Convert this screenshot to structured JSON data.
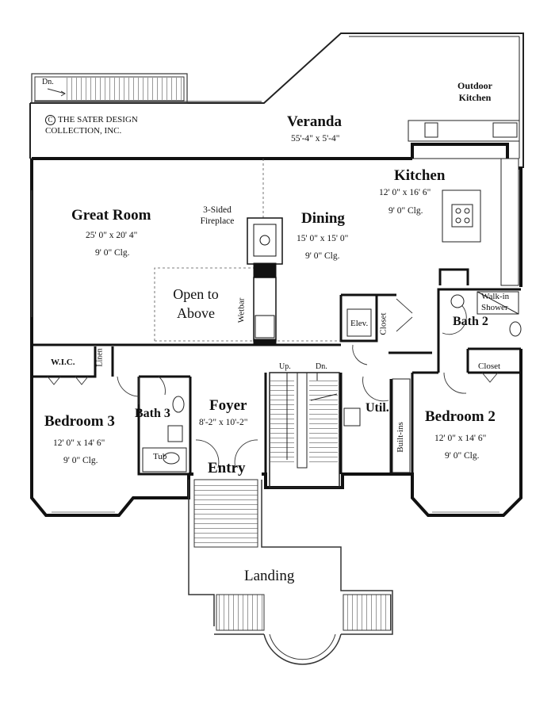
{
  "copyright": {
    "symbol": "C",
    "line1": "THE SATER DESIGN",
    "line2": "COLLECTION, INC."
  },
  "stair_labels": {
    "down_top": "Dn.",
    "up": "Up.",
    "down": "Dn."
  },
  "rooms": {
    "veranda": {
      "name": "Veranda",
      "dims": "55'-4\" x 5'-4\""
    },
    "outdoor_kitchen": {
      "line1": "Outdoor",
      "line2": "Kitchen"
    },
    "kitchen": {
      "name": "Kitchen",
      "dims": "12' 0\" x 16' 6\"",
      "clg": "9' 0\"  Clg."
    },
    "great_room": {
      "name": "Great Room",
      "dims": "25' 0\" x 20' 4\"",
      "clg": "9' 0\"  Clg."
    },
    "fireplace": {
      "line1": "3-Sided",
      "line2": "Fireplace"
    },
    "dining": {
      "name": "Dining",
      "dims": "15' 0\" x 15' 0\"",
      "clg": "9' 0\"  Clg."
    },
    "open_to_above": {
      "line1": "Open to",
      "line2": "Above"
    },
    "wetbar": "Wetbar",
    "elev": "Elev.",
    "closet_mid": "Closet",
    "walk_in_shower": {
      "line1": "Walk-in",
      "line2": "Shower"
    },
    "bath2": {
      "name": "Bath 2"
    },
    "wic": "W.I.C.",
    "linen": "Linen",
    "closet_br2": "Closet",
    "bedroom3": {
      "name": "Bedroom 3",
      "dims": "12' 0\" x 14' 6\"",
      "clg": "9' 0\"  Clg."
    },
    "bath3": {
      "name": "Bath 3"
    },
    "tub": "Tub",
    "foyer": {
      "name": "Foyer",
      "dims": "8'-2\" x 10'-2\""
    },
    "entry": "Entry",
    "util": "Util.",
    "built_ins": "Built-ins",
    "bedroom2": {
      "name": "Bedroom 2",
      "dims": "12' 0\" x 14' 6\"",
      "clg": "9' 0\"  Clg."
    },
    "landing": "Landing"
  }
}
